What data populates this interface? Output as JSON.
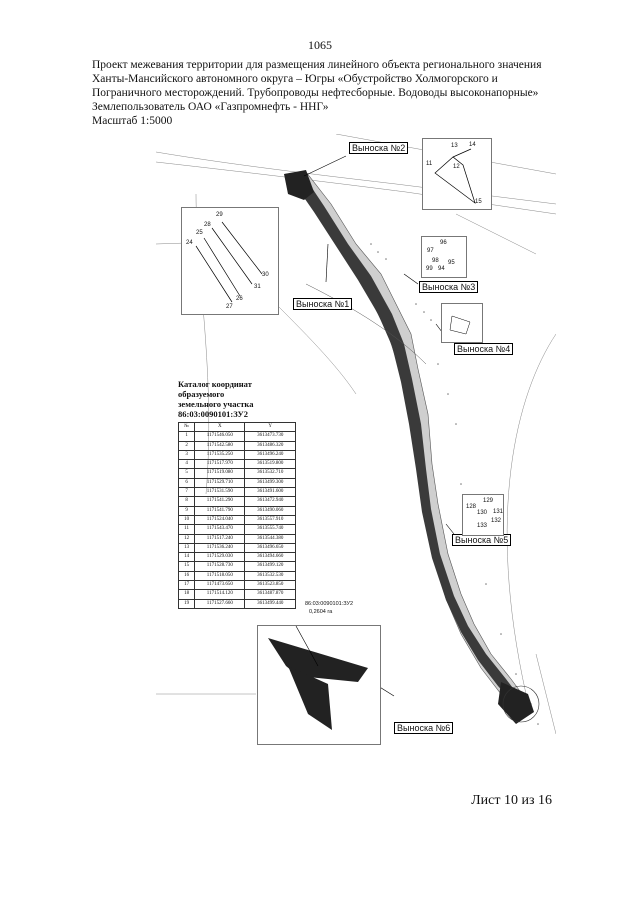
{
  "page_number": "1065",
  "header": {
    "line1": "Проект межевания территории для размещения линейного объекта регионального значения",
    "line2": "Ханты-Мансийского автономного округа – Югры «Обустройство Холмогорского и",
    "line3": "Пограничного месторождений. Трубопроводы нефтесборные. Водоводы высоконапорные»",
    "line4": "Землепользователь ОАО «Газпромнефть - ННГ»",
    "line5": "Масштаб 1:5000"
  },
  "callouts": {
    "n1": "Выноска №1",
    "n2": "Выноска №2",
    "n3": "Выноска №3",
    "n4": "Выноска №4",
    "n5": "Выноска №5",
    "n6": "Выноска №6"
  },
  "inset_left_numbers": [
    "28",
    "29",
    "25",
    "24",
    "30",
    "31",
    "26",
    "27"
  ],
  "inset_top_numbers": [
    "13",
    "14",
    "11",
    "12",
    "15"
  ],
  "inset3_numbers": [
    "96",
    "97",
    "95",
    "98",
    "94",
    "99"
  ],
  "inset5_numbers": [
    "129",
    "128",
    "130",
    "131",
    "133",
    "132"
  ],
  "inset6_header": "86:03:0090101:ЗУ2",
  "inset6_area": "0,2604 га",
  "catalog": {
    "title_line1": "Каталог координат образуемого",
    "title_line2": "земельного участка",
    "title_line3": "86:03:0090101:ЗУ2",
    "headers": [
      "№",
      "X",
      "Y"
    ],
    "rows": [
      [
        "1",
        "1171546.050",
        "3613473.730"
      ],
      [
        "2",
        "1171542.580",
        "3613486.320"
      ],
      [
        "3",
        "1171535.250",
        "3613496.240"
      ],
      [
        "4",
        "1171517.970",
        "3613519.800"
      ],
      [
        "5",
        "1171519.080",
        "3613532.710"
      ],
      [
        "6",
        "1171529.710",
        "3613499.300"
      ],
      [
        "7",
        "1171531.590",
        "3613491.600"
      ],
      [
        "8",
        "1171541.290",
        "3613472.940"
      ],
      [
        "9",
        "1171541.790",
        "3613490.060"
      ],
      [
        "10",
        "1171524.040",
        "3613557.910"
      ],
      [
        "11",
        "1171543.470",
        "3613555.740"
      ],
      [
        "12",
        "1171517.240",
        "3613544.380"
      ],
      [
        "13",
        "1171536.240",
        "3613496.650"
      ],
      [
        "14",
        "1171529.030",
        "3613494.660"
      ],
      [
        "15",
        "1171528.730",
        "3613499.120"
      ],
      [
        "16",
        "1171518.050",
        "3613532.530"
      ],
      [
        "17",
        "1171473.650",
        "3613523.850"
      ],
      [
        "18",
        "1171514.120",
        "3613487.870"
      ],
      [
        "19",
        "1171527.660",
        "3613499.440"
      ]
    ]
  },
  "sheet": "Лист 10 из 16"
}
